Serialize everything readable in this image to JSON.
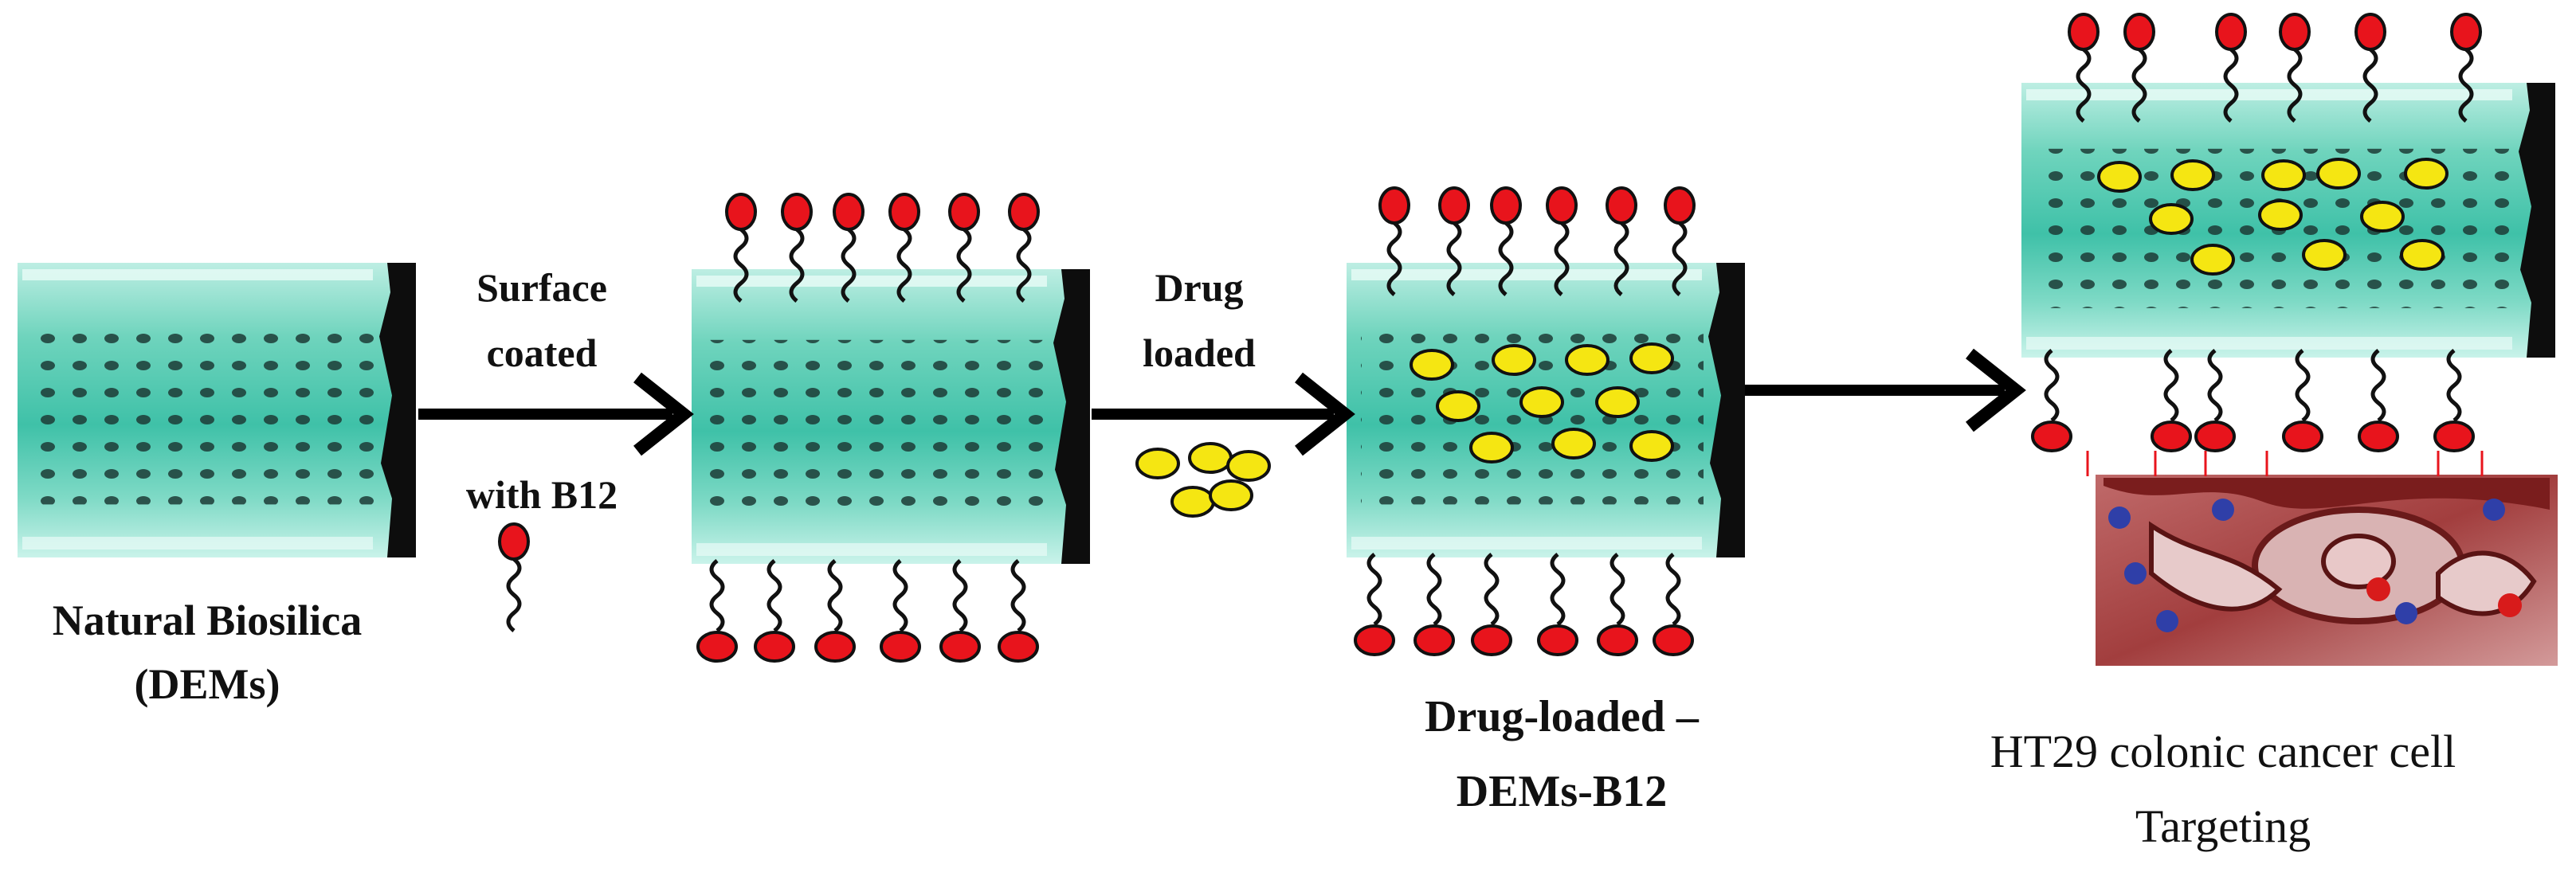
{
  "labels": {
    "natural_line1": "Natural Biosilica",
    "natural_line2": "(DEMs)",
    "surface": "Surface",
    "coated": "coated",
    "with_b12": "with  B12",
    "drug": "Drug",
    "loaded": "loaded",
    "drug_loaded_line1": "Drug-loaded –",
    "drug_loaded_line2": "DEMs-B12",
    "target_line1": "HT29 colonic cancer cell",
    "target_line2": "Targeting"
  },
  "colors": {
    "frustule_base": "#3fc1a8",
    "frustule_light": "#c9f3ea",
    "pore": "#1c3b36",
    "b12_head": "#e8141c",
    "drug": "#f5e612",
    "arrow": "#000000",
    "cell": "#8b2a2a"
  }
}
